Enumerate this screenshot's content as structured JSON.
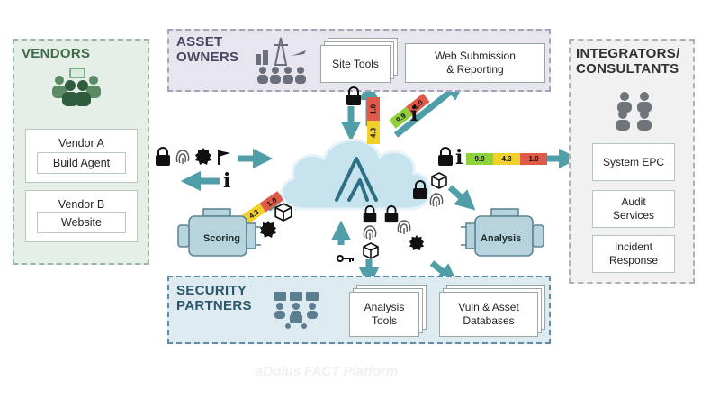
{
  "colors": {
    "teal": "#4f9ea8",
    "teal_dark": "#3b7f88",
    "vendors_bg": "#e6eee8",
    "vendors_border": "#9bb5a2",
    "vendors_title": "#3d6b49",
    "owners_bg": "#e7e5ee",
    "owners_border": "#a8a3b8",
    "owners_title": "#4a4560",
    "partners_bg": "#ddeaf0",
    "partners_border": "#5e8ea6",
    "partners_title": "#2b566c",
    "integrators_bg": "#f1f1f1",
    "integrators_border": "#aeb0b2",
    "integrators_title": "#2e3032",
    "cloud": "#c7e3ee",
    "score_green": "#8ed13b",
    "score_yellow": "#f0d02a",
    "score_red": "#e05a4a"
  },
  "vendors": {
    "title": "VENDORS",
    "icon": "people-group-icon",
    "cards": [
      {
        "name": "Vendor A",
        "sub": "Build Agent"
      },
      {
        "name": "Vendor B",
        "sub": "Website"
      }
    ]
  },
  "asset_owners": {
    "title": "ASSET\nOWNERS",
    "icon": "industrial-people-icon",
    "tools": [
      {
        "label": "Site Tools"
      },
      {
        "label": "Web Submission\n& Reporting"
      }
    ]
  },
  "integrators": {
    "title": "INTEGRATORS/\nCONSULTANTS",
    "icon": "consultants-icon",
    "boxes": [
      {
        "label": "System EPC"
      },
      {
        "label": "Audit\nServices"
      },
      {
        "label": "Incident\nResponse"
      }
    ]
  },
  "security_partners": {
    "title": "SECURITY\nPARTNERS",
    "icon": "analysts-icon",
    "tools": [
      {
        "label": "Analysis\nTools"
      },
      {
        "label": "Vuln & Asset\nDatabases"
      }
    ]
  },
  "engines": {
    "scoring": "Scoring",
    "analysis": "Analysis"
  },
  "scores": {
    "integrators": [
      "9.9",
      "4.3",
      "1.0"
    ],
    "owners_web": [
      "9.9",
      "1.0"
    ],
    "owners_site": [
      "4.3",
      "1.0"
    ],
    "vendors": [
      "4.3",
      "1.0"
    ]
  },
  "platform_caption": "aDolus FACT Platform",
  "info_symbol": "i"
}
